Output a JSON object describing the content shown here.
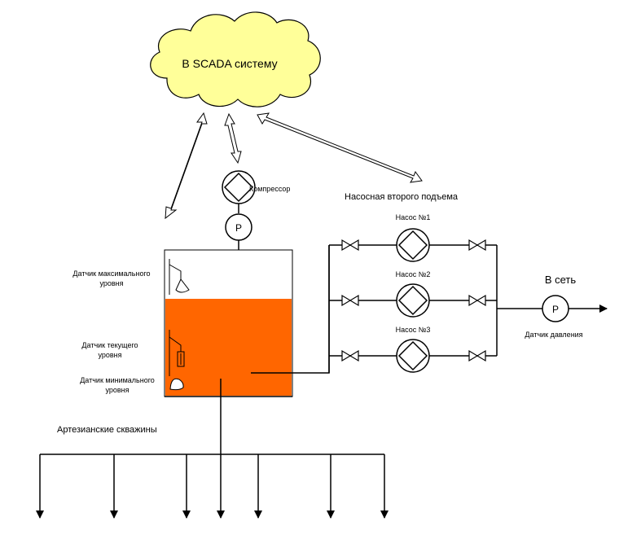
{
  "colors": {
    "cloud_fill": "#FFFF99",
    "water_fill": "#FF6600",
    "line": "#000000"
  },
  "cloud": {
    "label": "В SCADA систему"
  },
  "compressor": {
    "label": "Компрессор",
    "gauge_letter": "P"
  },
  "tank": {
    "sensor_max": [
      "Датчик максимального",
      "уровня"
    ],
    "sensor_current": [
      "Датчик текущего",
      "уровня"
    ],
    "sensor_min": [
      "Датчик минимального",
      "уровня"
    ]
  },
  "wells": {
    "label": "Артезианские скважины"
  },
  "pump_station": {
    "label": "Насосная второго подъема",
    "pumps": [
      "Насос №1",
      "Насос №2",
      "Насос №3"
    ]
  },
  "network": {
    "label": "В сеть",
    "gauge_letter": "P",
    "pressure_sensor_label": "Датчик давления"
  }
}
